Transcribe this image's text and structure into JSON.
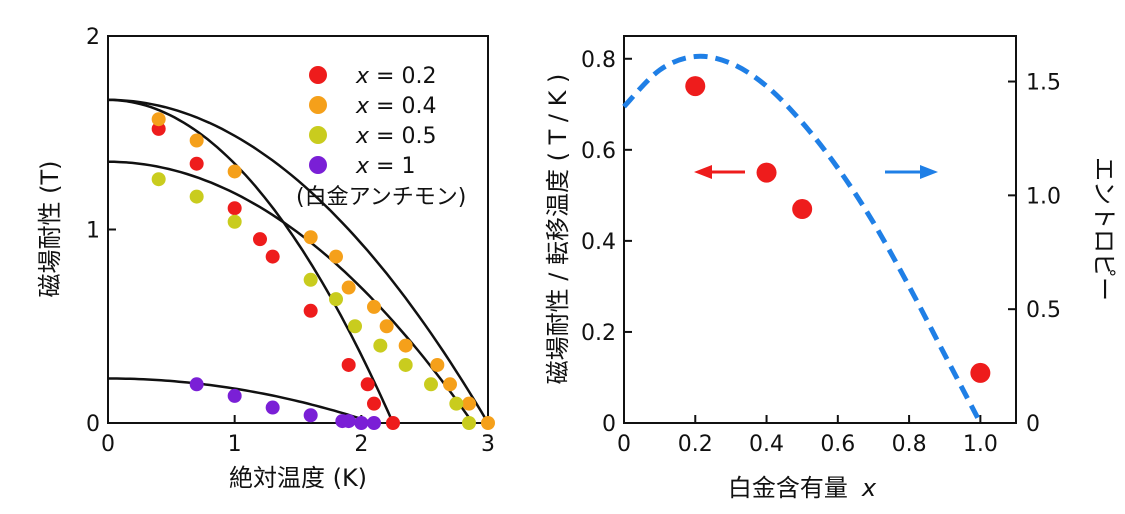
{
  "chart_data": [
    {
      "type": "scatter",
      "panel": "left",
      "xlabel": "絶対温度 (K)",
      "ylabel": "磁場耐性 (T)",
      "xlim": [
        0,
        3
      ],
      "ylim": [
        0,
        2
      ],
      "xticks": [
        "0",
        "1",
        "2",
        "3"
      ],
      "yticks": [
        "0",
        "1",
        "2"
      ],
      "legend_position": "top-right",
      "legend_note": "(白金アンチモン)",
      "series": [
        {
          "name": "x = 0.2",
          "prefix": "x",
          "value_label": " = 0.2",
          "color": "#ee1c1c",
          "points": [
            [
              0.4,
              1.52
            ],
            [
              0.7,
              1.34
            ],
            [
              1.0,
              1.11
            ],
            [
              1.2,
              0.95
            ],
            [
              1.3,
              0.86
            ],
            [
              1.6,
              0.58
            ],
            [
              1.9,
              0.3
            ],
            [
              2.05,
              0.2
            ],
            [
              2.1,
              0.1
            ],
            [
              2.25,
              0.0
            ]
          ],
          "fit": {
            "T0": 2.25,
            "y0": 1.67
          }
        },
        {
          "name": "x = 0.4",
          "prefix": "x",
          "value_label": " = 0.4",
          "color": "#f5a01a",
          "points": [
            [
              0.4,
              1.57
            ],
            [
              0.7,
              1.46
            ],
            [
              1.0,
              1.3
            ],
            [
              1.6,
              0.96
            ],
            [
              1.8,
              0.86
            ],
            [
              1.9,
              0.7
            ],
            [
              2.1,
              0.6
            ],
            [
              2.2,
              0.5
            ],
            [
              2.35,
              0.4
            ],
            [
              2.6,
              0.3
            ],
            [
              2.7,
              0.2
            ],
            [
              2.85,
              0.1
            ],
            [
              3.0,
              0.0
            ]
          ],
          "fit": {
            "T0": 3.0,
            "y0": 1.67
          }
        },
        {
          "name": "x = 0.5",
          "prefix": "x",
          "value_label": " = 0.5",
          "color": "#c9cc1e",
          "points": [
            [
              0.4,
              1.26
            ],
            [
              0.7,
              1.17
            ],
            [
              1.0,
              1.04
            ],
            [
              1.6,
              0.74
            ],
            [
              1.8,
              0.64
            ],
            [
              1.95,
              0.5
            ],
            [
              2.15,
              0.4
            ],
            [
              2.35,
              0.3
            ],
            [
              2.55,
              0.2
            ],
            [
              2.75,
              0.1
            ],
            [
              2.85,
              0.0
            ]
          ],
          "fit": {
            "T0": 2.88,
            "y0": 1.35
          }
        },
        {
          "name": "x = 1",
          "prefix": "x",
          "value_label": " = 1",
          "color": "#7a1fd6",
          "points": [
            [
              0.7,
              0.2
            ],
            [
              1.0,
              0.14
            ],
            [
              1.3,
              0.08
            ],
            [
              1.6,
              0.04
            ],
            [
              1.85,
              0.01
            ],
            [
              1.9,
              0.01
            ],
            [
              2.0,
              0.0
            ],
            [
              2.1,
              0.0
            ]
          ],
          "fit": {
            "T0": 2.1,
            "y0": 0.23
          }
        }
      ]
    },
    {
      "type": "scatter",
      "panel": "right",
      "xlabel": "白金含有量",
      "xlabel_var": "x",
      "ylabel": "磁場耐性 / 転移温度 ( T / K )",
      "y2label": "エントロピー",
      "xlim": [
        0,
        1.1
      ],
      "ylim": [
        0,
        0.85
      ],
      "y2lim": [
        0,
        1.7
      ],
      "xticks": [
        "0",
        "0.2",
        "0.4",
        "0.6",
        "0.8",
        "1.0"
      ],
      "yticks": [
        "0",
        "0.2",
        "0.4",
        "0.6",
        "0.8"
      ],
      "y2ticks": [
        "0",
        "0.5",
        "1.0",
        "1.5"
      ],
      "points": {
        "x": [
          0.2,
          0.4,
          0.5,
          1.0
        ],
        "y": [
          0.74,
          0.55,
          0.47,
          0.11
        ],
        "color": "#ee1c1c"
      },
      "entropy_curve": {
        "x": [
          0.0,
          0.1,
          0.2,
          0.3,
          0.4,
          0.5,
          0.6,
          0.7,
          0.8,
          0.9,
          1.0
        ],
        "y": [
          1.39,
          1.55,
          1.61,
          1.58,
          1.48,
          1.32,
          1.12,
          0.88,
          0.6,
          0.3,
          0.0
        ],
        "color": "#1f7fe6"
      },
      "arrow_left_color": "#ee1c1c",
      "arrow_right_color": "#1f7fe6"
    }
  ]
}
